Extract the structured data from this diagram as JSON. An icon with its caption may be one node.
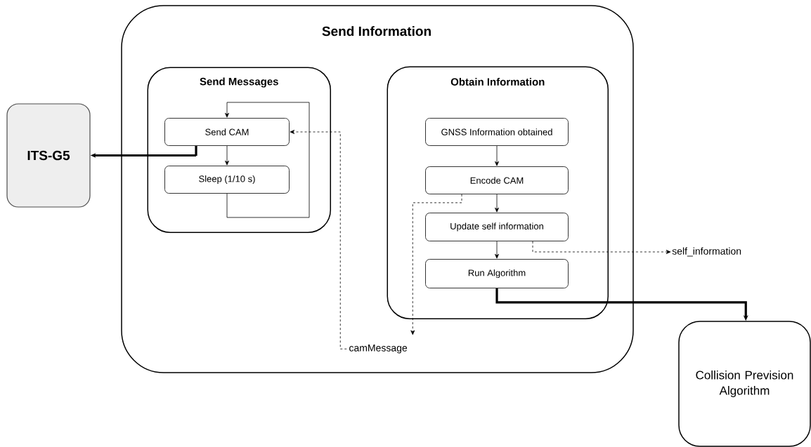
{
  "diagram": {
    "nodes": [
      {
        "text": [
          "Send Information"
        ]
      },
      {
        "text": [
          "Send Messages"
        ],
        "in": 0
      },
      {
        "text": [
          "Send CAM"
        ],
        "in": 1
      },
      {
        "text": [
          "Sleep (1/10 s)"
        ],
        "in": 1
      },
      {
        "text": [
          "Obtain Information"
        ],
        "in": 0
      },
      {
        "text": [
          "GNSS Information obtained"
        ],
        "in": 4
      },
      {
        "text": [
          "Encode CAM"
        ],
        "in": 4
      },
      {
        "text": [
          "Update self information"
        ],
        "in": 4
      },
      {
        "text": [
          "Run Algorithm"
        ],
        "in": 4
      },
      {
        "text": [
          "ITS-G5"
        ]
      },
      {
        "text": [
          "Collision Prevision Algorithm"
        ]
      },
      {
        "text": [
          "camMessage"
        ],
        "in": 0
      },
      {
        "text": [
          "self_information"
        ]
      }
    ],
    "edges": [
      {
        "from": 2,
        "to": 9,
        "arrow": "to",
        "style": "thick"
      },
      {
        "from": 2,
        "to": 3,
        "arrow": "to"
      },
      {
        "from": 3,
        "to": 2,
        "arrow": "to"
      },
      {
        "from": 11,
        "to": 2,
        "arrow": "to",
        "style": "dashed"
      },
      {
        "from": 5,
        "to": 6,
        "arrow": "to"
      },
      {
        "from": 6,
        "to": 7,
        "arrow": "to"
      },
      {
        "from": 6,
        "to": 11,
        "arrow": "to",
        "style": "dashed"
      },
      {
        "from": 7,
        "to": 8,
        "arrow": "to"
      },
      {
        "from": 7,
        "to": 12,
        "arrow": "to",
        "style": "dashed"
      },
      {
        "from": 8,
        "to": 10,
        "arrow": "to",
        "style": "thick"
      }
    ]
  }
}
